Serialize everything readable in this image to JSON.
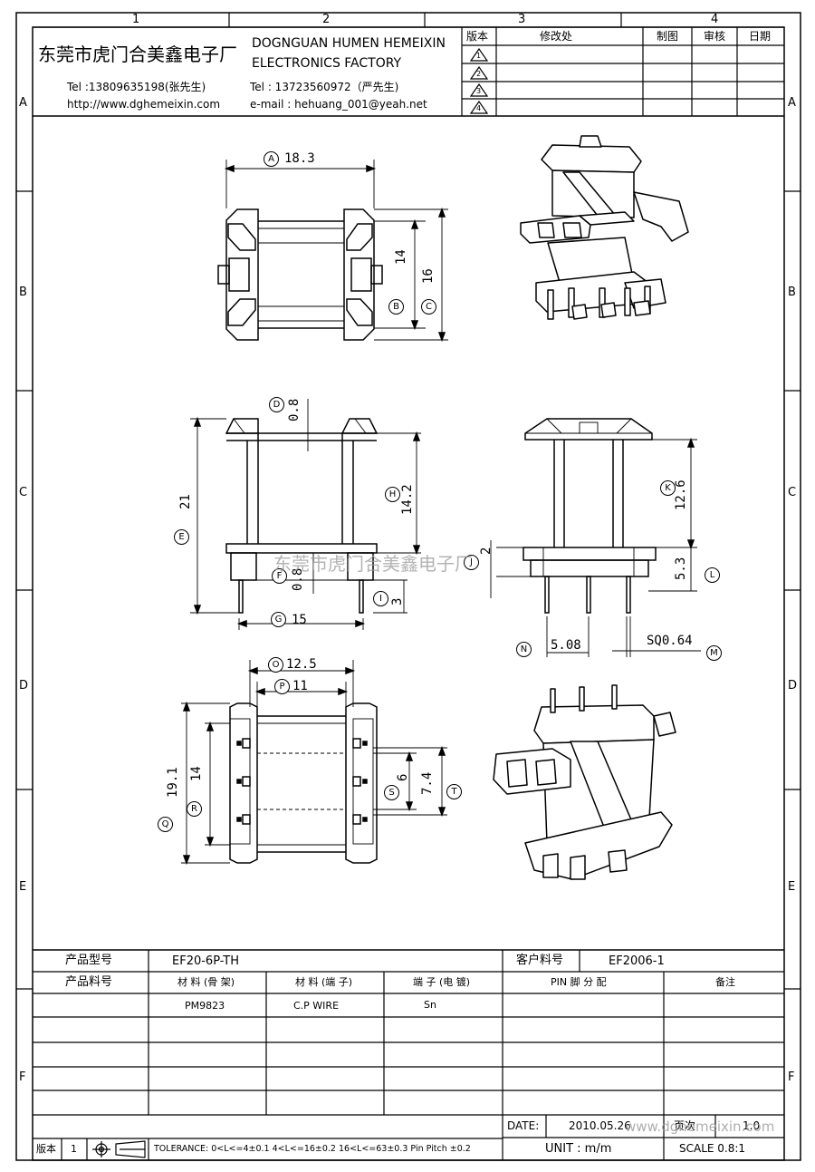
{
  "grid": {
    "cols": [
      "1",
      "2",
      "3",
      "4"
    ],
    "rows": [
      "A",
      "B",
      "C",
      "D",
      "E",
      "F"
    ]
  },
  "company": {
    "name_cn": "东莞市虎门合美鑫电子厂",
    "name_en_1": "DOGNGUAN HUMEN HEMEIXIN",
    "name_en_2": "ELECTRONICS FACTORY",
    "tel1": "Tel :13809635198(张先生)",
    "tel2": "Tel : 13723560972（严先生)",
    "website": "http://www.dghemeixin.com",
    "email": "e-mail : hehuang_001@yeah.net",
    "watermark": "东莞市虎门合美鑫电子厂",
    "watermark2": "www.dghemeixin.com"
  },
  "revision_table": {
    "headers": {
      "version": "版本",
      "change": "修改处",
      "drawn": "制图",
      "check": "审核",
      "date": "日期"
    },
    "versions": [
      "1",
      "2",
      "3",
      "4"
    ]
  },
  "dimensions": {
    "A": "18.3",
    "B": "14",
    "C": "16",
    "D": "0.8",
    "E": "21",
    "F": "0.8",
    "G": "15",
    "H": "14.2",
    "I": "3",
    "J": "2",
    "K": "12.6",
    "L": "5.3",
    "M": "SQ0.64",
    "N": "5.08",
    "O": "12.5",
    "P": "11",
    "Q": "19.1",
    "R": "14",
    "S": "6",
    "T": "7.4"
  },
  "info": {
    "model_label": "产品型号",
    "model_value": "EF20-6P-TH",
    "customer_part_label": "客户料号",
    "customer_part_value": "EF2006-1",
    "part_no_label": "产品料号",
    "material_bobbin_label": "材 料 (骨 架)",
    "material_bobbin_value": "PM9823",
    "material_pin_label": "材 料 (端 子)",
    "material_pin_value": "C.P WIRE",
    "plating_label": "端 子 (电 镀)",
    "plating_value": "Sn",
    "pin_assign_label": "PIN 脚 分 配",
    "remark_label": "备注",
    "date_label": "DATE:",
    "date_value": "2010.05.26",
    "page_label": "页次",
    "page_value": "1.0",
    "unit_label": "UNIT : m/m",
    "scale_label": "SCALE  0.8:1",
    "version_label": "版本",
    "version_value": "1",
    "tolerance": "TOLERANCE:  0<L<=4±0.1  4<L<=16±0.2  16<L<=63±0.3  Pin Pitch  ±0.2"
  }
}
